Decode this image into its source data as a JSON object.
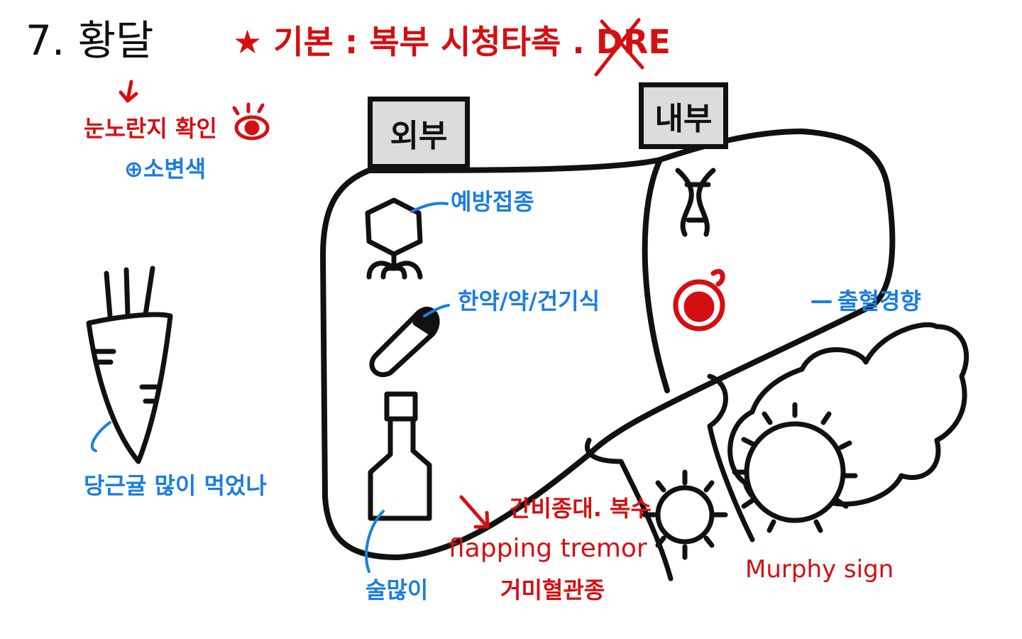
{
  "title": "7. 황달",
  "basic": {
    "star": "★",
    "label": "기본 : 복부 시청타촉 .",
    "crossed": "DRE"
  },
  "left_notes": {
    "eye_check": "눈노란지 확인",
    "urine": "⊕소변색",
    "carrot": "당근귤 많이 먹었나"
  },
  "external": {
    "header": "외부",
    "items": [
      "예방접종",
      "한약/약/건기식",
      "술많이"
    ]
  },
  "internal": {
    "header": "내부",
    "items": [
      "출혈경향"
    ]
  },
  "signs": [
    "간비종대. 복수",
    "flapping tremor",
    "거미혈관종"
  ],
  "murphy": "Murphy sign",
  "colors": {
    "red": "#d40f12",
    "blue": "#1a7de0",
    "black": "#111111",
    "box": "#dcdcdc"
  }
}
